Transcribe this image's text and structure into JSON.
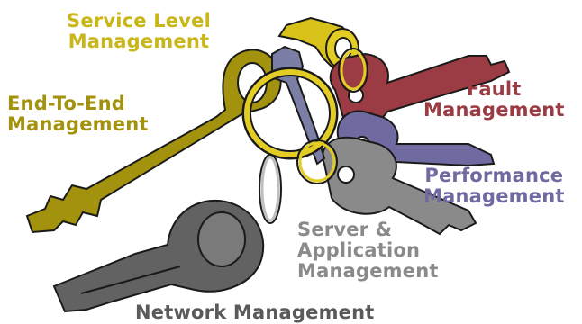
{
  "colors": {
    "service": "#c9b619",
    "end_to_end": "#a3920e",
    "fault": "#9b3b43",
    "performance": "#6f6aa0",
    "server": "#8a8a8a",
    "network": "#5a5a5a",
    "ring": "#d9c21c",
    "outline": "#1a1a1a"
  },
  "labels": {
    "service": {
      "line1": "Service Level",
      "line2": "Management"
    },
    "end_to_end": {
      "line1": "End-To-End",
      "line2": "Management"
    },
    "fault": {
      "line1": "Fault",
      "line2": "Management"
    },
    "performance": {
      "line1": "Performance",
      "line2": "Management"
    },
    "server": {
      "line1": "Server &",
      "line2": "Application",
      "line3": "Management"
    },
    "network": {
      "line1": "Network Management"
    }
  }
}
